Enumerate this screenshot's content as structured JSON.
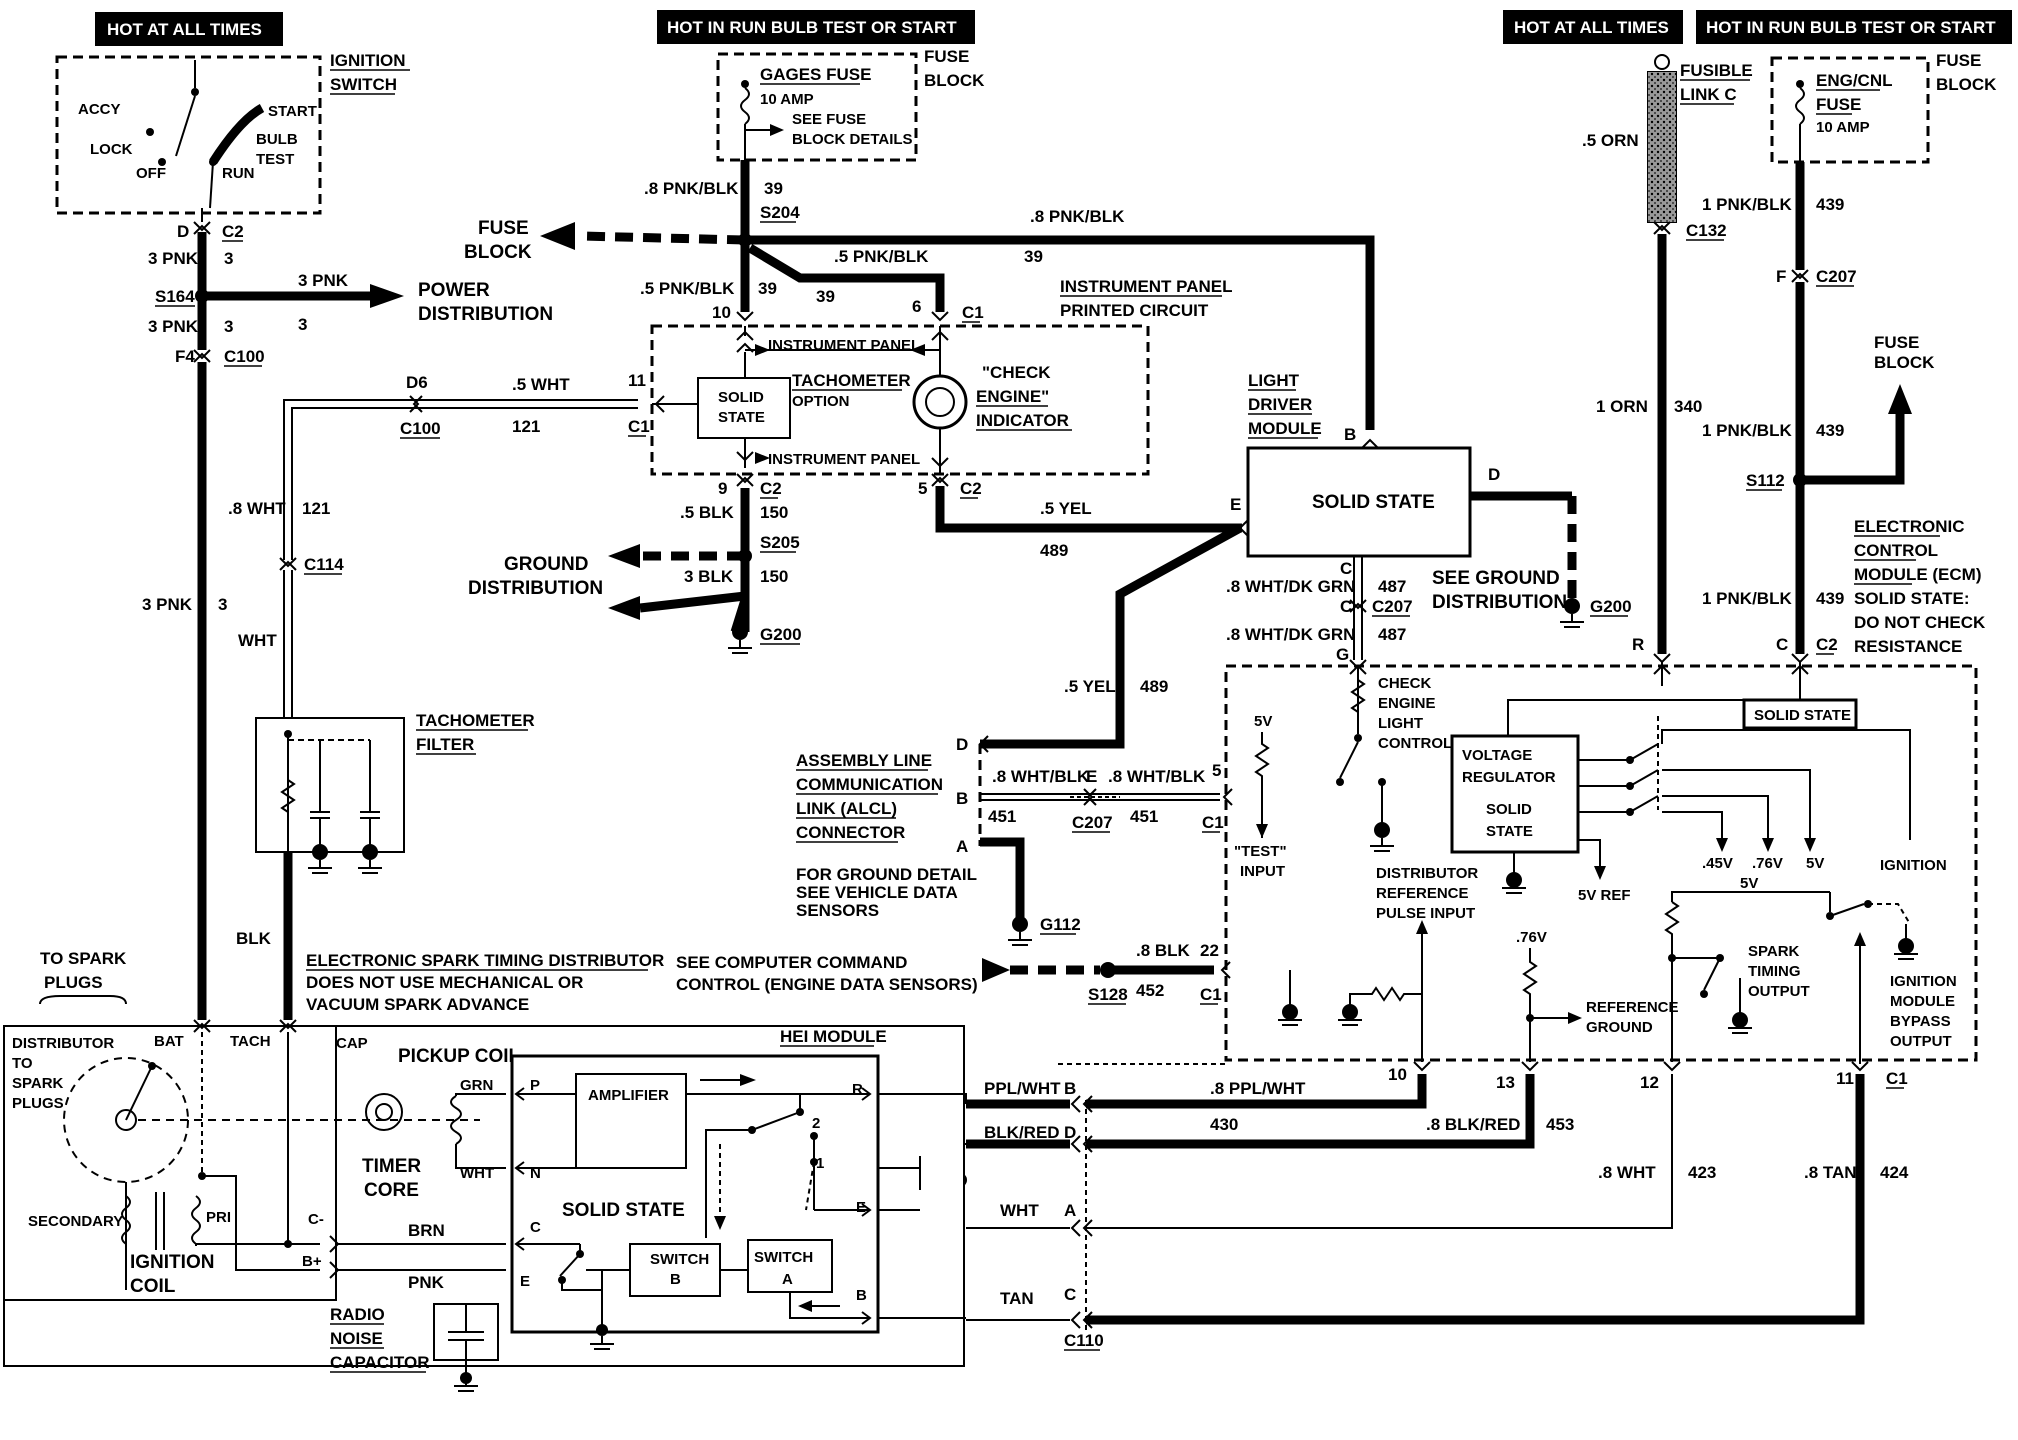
{
  "banners": {
    "hot_left": "HOT AT ALL TIMES",
    "hot_run_center": "HOT IN RUN  BULB TEST OR START",
    "hot_right": "HOT AT ALL TIMES",
    "hot_run_right": "HOT IN RUN  BULB TEST OR START"
  },
  "ignition_switch": {
    "title_1": "IGNITION",
    "title_2": "SWITCH",
    "accy": "ACCY",
    "lock": "LOCK",
    "off": "OFF",
    "start": "START",
    "bulb": "BULB",
    "test": "TEST",
    "run": "RUN",
    "pin_d": "D",
    "conn_c2": "C2"
  },
  "left_column": {
    "w3pnk_a": "3 PNK",
    "n3_a": "3",
    "s164": "S164",
    "w3pnk_b": "3 PNK",
    "n3_b": "3",
    "f4": "F4",
    "c100": "C100",
    "w3pnk_mid": "3 PNK",
    "n3_mid": "3",
    "w3pnk_power": "3 PNK",
    "n3_power": "3",
    "power_1": "POWER",
    "power_2": "DISTRIBUTION"
  },
  "gages_fuse": {
    "fuse_block_1": "FUSE",
    "fuse_block_2": "BLOCK",
    "name": "GAGES FUSE",
    "amp": "10 AMP",
    "see_1": "SEE FUSE",
    "see_2": "BLOCK DETAILS",
    "w8pnkblk": ".8 PNK/BLK",
    "n39": "39",
    "s204": "S204",
    "fuse_left_1": "FUSE",
    "fuse_left_2": "BLOCK",
    "w8pnkblk_top": ".8 PNK/BLK",
    "n39_top": "39",
    "w5pnkblk_mid": ".5 PNK/BLK",
    "n39_mid": "39",
    "w5pnkblk_left": ".5 PNK/BLK",
    "n39_left": "39",
    "pin10": "10",
    "pin6": "6",
    "c1": "C1"
  },
  "instrument_panel": {
    "title_1": "INSTRUMENT PANEL",
    "title_2": "PRINTED CIRCUIT",
    "ip_top": "INSTRUMENT PANEL",
    "ip_bot": "INSTRUMENT PANEL",
    "solid_1": "SOLID",
    "solid_2": "STATE",
    "tach_1": "TACHOMETER",
    "tach_2": "OPTION",
    "check_1": "\"CHECK",
    "check_2": "ENGINE\"",
    "check_3": "INDICATOR",
    "pin11": "11",
    "c1": "C1",
    "d6": "D6",
    "c100": "C100",
    "w5wht": ".5 WHT",
    "n121": "121",
    "pin9": "9",
    "c2": "C2",
    "w5blk": ".5 BLK",
    "n150": "150",
    "s205": "S205",
    "w3blk": "3 BLK",
    "n150_b": "150",
    "g200": "G200",
    "ground_1": "GROUND",
    "ground_2": "DISTRIBUTION",
    "pin5": "5",
    "c2_b": "C2",
    "w5yel": ".5 YEL",
    "n489": "489"
  },
  "light_driver": {
    "title_1": "LIGHT",
    "title_2": "DRIVER",
    "title_3": "MODULE",
    "solid": "SOLID STATE",
    "pin_b": "B",
    "pin_e": "E",
    "pin_d": "D",
    "pin_c": "C",
    "c207": "C207",
    "pin_c2": "C",
    "pin_g": "G",
    "w8whtdkgrn_a": ".8 WHT/DK GRN",
    "n487_a": "487",
    "w8whtdkgrn_b": ".8 WHT/DK GRN",
    "n487_b": "487",
    "see_ground_1": "SEE GROUND",
    "see_ground_2": "DISTRIBUTION",
    "g200": "G200",
    "w5yel": ".5 YEL",
    "n489": "489"
  },
  "tach_wire": {
    "w8wht": ".8 WHT",
    "n121": "121",
    "c114": "C114",
    "wht": "WHT",
    "filter_1": "TACHOMETER",
    "filter_2": "FILTER",
    "blk": "BLK",
    "w3pnk": "3 PNK",
    "n3": "3"
  },
  "alcl": {
    "title_1": "ASSEMBLY LINE",
    "title_2": "COMMUNICATION",
    "title_3": "LINK (ALCL)",
    "title_4": "CONNECTOR",
    "pin_d": "D",
    "pin_b": "B",
    "pin_a": "A",
    "w8whtblk_a": ".8 WHT/BLK",
    "n451_a": "451",
    "pin_e": "E",
    "c207": "C207",
    "w8whtblk_b": ".8 WHT/BLK",
    "n451_b": "451",
    "pin5": "5",
    "c1": "C1",
    "gnd_1": "FOR GROUND DETAIL",
    "gnd_2": "SEE VEHICLE DATA",
    "gnd_3": "SENSORS",
    "g112": "G112",
    "see_cc_1": "SEE COMPUTER COMMAND",
    "see_cc_2": "CONTROL (ENGINE DATA SENSORS)",
    "w8blk": ".8 BLK",
    "n452": "452",
    "s128": "S128",
    "pin22": "22",
    "c1_b": "C1"
  },
  "right_side": {
    "fusible_1": "FUSIBLE",
    "fusible_2": "LINK C",
    "w5orn": ".5 ORN",
    "c132": "C132",
    "w1orn": "1 ORN",
    "n340": "340",
    "fuse_block_1": "FUSE",
    "fuse_block_2": "BLOCK",
    "engcnl_1": "ENG/CNL",
    "engcnl_2": "FUSE",
    "engcnl_3": "10 AMP",
    "w1pnkblk_a": "1 PNK/BLK",
    "n439_a": "439",
    "pin_f": "F",
    "c207": "C207",
    "fuse_up_1": "FUSE",
    "fuse_up_2": "BLOCK",
    "w1pnkblk_b": "1 PNK/BLK",
    "n439_b": "439",
    "s112": "S112",
    "w1pnkblk_c": "1 PNK/BLK",
    "n439_c": "439",
    "pin_r": "R",
    "pin_c": "C",
    "c2": "C2"
  },
  "ecm": {
    "title_1": "ELECTRONIC",
    "title_2": "CONTROL",
    "title_3": "MODULE (ECM)",
    "title_4": "SOLID STATE:",
    "title_5": "DO NOT CHECK",
    "title_6": "RESISTANCE",
    "solid_state": "SOLID STATE",
    "check_1": "CHECK",
    "check_2": "ENGINE",
    "check_3": "LIGHT",
    "check_4": "CONTROL",
    "vr_1": "VOLTAGE",
    "vr_2": "REGULATOR",
    "vr_3": "SOLID",
    "vr_4": "STATE",
    "v5": "5V",
    "test_1": "\"TEST\"",
    "test_2": "INPUT",
    "v45": ".45V",
    "v76": ".76V",
    "v5b": "5V",
    "ignition": "IGNITION",
    "v5ref": "5V REF",
    "v5c": "5V",
    "dist_1": "DISTRIBUTOR",
    "dist_2": "REFERENCE",
    "dist_3": "PULSE INPUT",
    "v76b": ".76V",
    "ref_1": "REFERENCE",
    "ref_2": "GROUND",
    "spark_1": "SPARK",
    "spark_2": "TIMING",
    "spark_3": "OUTPUT",
    "ibp_1": "IGNITION",
    "ibp_2": "MODULE",
    "ibp_3": "BYPASS",
    "ibp_4": "OUTPUT",
    "pin10": "10",
    "pin13": "13",
    "pin12": "12",
    "pin11": "11",
    "c1": "C1"
  },
  "hei": {
    "dist_title": "ELECTRONIC SPARK TIMING DISTRIBUTOR",
    "dist_sub_1": "DOES NOT USE MECHANICAL OR",
    "dist_sub_2": "VACUUM SPARK ADVANCE",
    "to_plugs_1": "TO SPARK",
    "to_plugs_2": "PLUGS",
    "distributor_1": "DISTRIBUTOR",
    "distributor_2": "TO",
    "distributor_3": "SPARK",
    "distributor_4": "PLUGS",
    "bat": "BAT",
    "tach": "TACH",
    "cap": "CAP",
    "secondary": "SECONDARY",
    "pri": "PRI",
    "coil_1": "IGNITION",
    "coil_2": "COIL",
    "c_minus": "C-",
    "b_plus": "B+",
    "pickup": "PICKUP COIL",
    "grn": "GRN",
    "wht": "WHT",
    "timer_1": "TIMER",
    "timer_2": "CORE",
    "brn": "BRN",
    "pnk": "PNK",
    "radio_1": "RADIO",
    "radio_2": "NOISE",
    "radio_3": "CAPACITOR",
    "module": "HEI MODULE",
    "amplifier": "AMPLIFIER",
    "p": "P",
    "n": "N",
    "r": "R",
    "e": "E",
    "c": "C",
    "b": "B",
    "solid": "SOLID STATE",
    "sw_b_1": "SWITCH",
    "sw_b_2": "B",
    "sw_a_1": "SWITCH",
    "sw_a_2": "A",
    "n2": "2",
    "n1": "1"
  },
  "bottom_wires": {
    "pplwht": "PPL/WHT",
    "pin_b": "B",
    "w8pplwht": ".8 PPL/WHT",
    "n430": "430",
    "blkred": "BLK/RED",
    "pin_d": "D",
    "w8blkred": ".8 BLK/RED",
    "n453": "453",
    "wht": "WHT",
    "pin_a": "A",
    "w8wht": ".8 WHT",
    "n423": "423",
    "tan": "TAN",
    "pin_c": "C",
    "w8tan": ".8 TAN",
    "n424": "424",
    "c110": "C110"
  }
}
